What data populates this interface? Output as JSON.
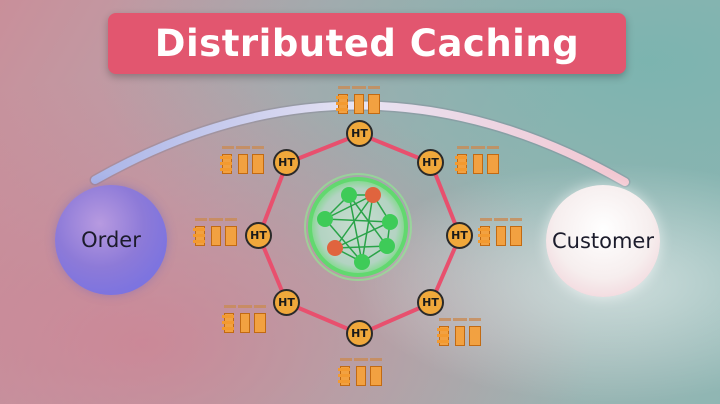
{
  "title": "Distributed Caching",
  "services": {
    "left": "Order",
    "right": "Customer"
  },
  "ht_nodes": [
    "HT",
    "HT",
    "HT",
    "HT",
    "HT",
    "HT",
    "HT",
    "HT"
  ],
  "colors": {
    "banner": "#e2566f",
    "ring": "#e8506e",
    "ht_node": "#f0a83b",
    "cluster_green": "#3ecb58",
    "cluster_red": "#e0643e"
  }
}
